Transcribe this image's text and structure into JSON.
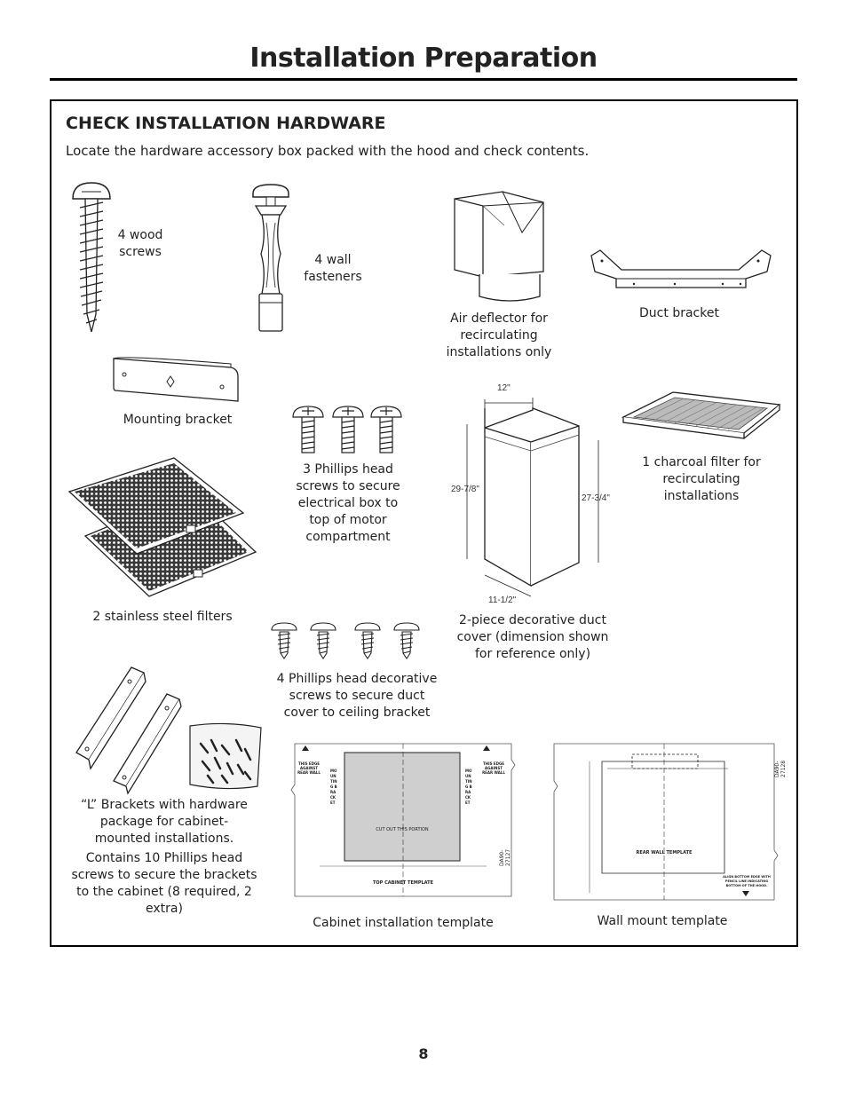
{
  "page": {
    "title": "Installation Preparation",
    "page_number": "8"
  },
  "section": {
    "heading": "CHECK INSTALLATION HARDWARE",
    "intro": "Locate the hardware accessory box packed with the hood and check contents."
  },
  "items": {
    "wood_screws": "4 wood screws",
    "wall_fasteners": "4 wall fasteners",
    "air_deflector": "Air deflector for recirculating installations only",
    "duct_bracket": "Duct bracket",
    "mounting_bracket": "Mounting bracket",
    "phillips_3": "3 Phillips head screws to secure electrical box to top of motor compartment",
    "charcoal_filter": "1 charcoal filter for recirculating installations",
    "steel_filters": "2 stainless steel filters",
    "duct_cover": "2-piece decorative duct cover (dimension shown for reference only)",
    "phillips_4": "4 Phillips head decorative screws to secure duct cover to ceiling bracket",
    "l_brackets": "“L” Brackets with hardware package for cabinet-mounted installations.",
    "l_brackets_contents": "Contains 10 Phillips head screws to secure the brackets to the cabinet  (8 required, 2 extra)",
    "cabinet_template": "Cabinet installation template",
    "wall_template": "Wall mount template"
  },
  "duct_dims": {
    "width": "12\"",
    "height_left": "29-7/8\"",
    "height_right": "27-3/4\"",
    "depth": "11-1/2\""
  },
  "cabinet_tpl": {
    "left_edge": "THIS EDGE AGAINST REAR WALL",
    "right_edge": "THIS EDGE AGAINST REAR WALL",
    "bracket_word": "MOUNTING BRACKET",
    "cutout": "CUT OUT THIS PORTION",
    "name": "TOP CABINET TEMPLATE",
    "code": "DA90-27127"
  },
  "wall_tpl": {
    "name": "REAR WALL TEMPLATE",
    "align_note": "ALIGN BOTTOM EDGE WITH PENCIL LINE INDICATING BOTTOM OF THE HOOD.",
    "code": "DA90-27128"
  }
}
